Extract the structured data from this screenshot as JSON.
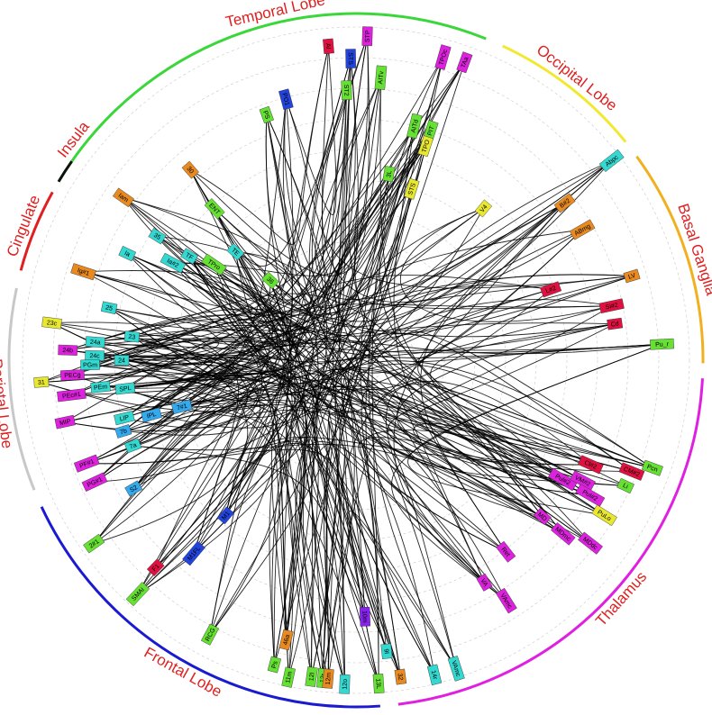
{
  "diagram": {
    "regions": [
      {
        "id": "temporal",
        "label": "Temporal  Lobe",
        "color": "#3ad63a"
      },
      {
        "id": "occipital",
        "label": "Occipital  Lobe",
        "color": "#f2e830"
      },
      {
        "id": "basal",
        "label": "Basal  Ganglia",
        "color": "#f0b020"
      },
      {
        "id": "thalamus",
        "label": "Thalamus",
        "color": "#e020e0"
      },
      {
        "id": "frontal",
        "label": "Frontal  Lobe",
        "color": "#1a1ad0"
      },
      {
        "id": "parietal",
        "label": "Parietal  Lobe",
        "color": "#c8c8c8"
      },
      {
        "id": "cingulate",
        "label": "Cingulate",
        "color": "#e02020"
      },
      {
        "id": "insula",
        "label": "Insula",
        "color": "#101010"
      }
    ],
    "node_colors": {
      "green": "#66e033",
      "yellow": "#e8e830",
      "orange": "#e88a20",
      "cyan": "#33d8d0",
      "magenta": "#dd22dd",
      "red": "#e01040",
      "blue": "#2244dd",
      "violet": "#8822ee",
      "skyblue": "#33aaee"
    },
    "nodes": [
      {
        "label": "AI",
        "color": "red"
      },
      {
        "label": "STP",
        "color": "magenta"
      },
      {
        "label": "STS",
        "color": "blue"
      },
      {
        "label": "TPOc",
        "color": "magenta"
      },
      {
        "label": "TAa",
        "color": "magenta"
      },
      {
        "label": "PO1",
        "color": "blue"
      },
      {
        "label": "ST2",
        "color": "green"
      },
      {
        "label": "AITv",
        "color": "green"
      },
      {
        "label": "PS",
        "color": "green"
      },
      {
        "label": "AITd",
        "color": "green"
      },
      {
        "label": "PIT",
        "color": "green"
      },
      {
        "label": "TPO",
        "color": "yellow"
      },
      {
        "label": "30",
        "color": "orange"
      },
      {
        "label": "ENT",
        "color": "green"
      },
      {
        "label": "3L",
        "color": "green"
      },
      {
        "label": "STS",
        "color": "yellow"
      },
      {
        "label": "V4",
        "color": "yellow"
      },
      {
        "label": "Iam",
        "color": "orange"
      },
      {
        "label": "35",
        "color": "cyan"
      },
      {
        "label": "Ia",
        "color": "cyan"
      },
      {
        "label": "TF",
        "color": "cyan"
      },
      {
        "label": "TPro",
        "color": "green"
      },
      {
        "label": "TE",
        "color": "cyan"
      },
      {
        "label": "Ia#2",
        "color": "cyan"
      },
      {
        "label": "Ig#1",
        "color": "orange"
      },
      {
        "label": "36",
        "color": "green"
      },
      {
        "label": "25",
        "color": "cyan"
      },
      {
        "label": "23c",
        "color": "yellow"
      },
      {
        "label": "23",
        "color": "cyan"
      },
      {
        "label": "24b",
        "color": "magenta"
      },
      {
        "label": "24a",
        "color": "cyan"
      },
      {
        "label": "24c",
        "color": "cyan"
      },
      {
        "label": "24",
        "color": "cyan"
      },
      {
        "label": "31",
        "color": "yellow"
      },
      {
        "label": "PECg",
        "color": "magenta"
      },
      {
        "label": "PGm",
        "color": "cyan"
      },
      {
        "label": "PEc#1",
        "color": "magenta"
      },
      {
        "label": "PEm",
        "color": "cyan"
      },
      {
        "label": "SPL",
        "color": "cyan"
      },
      {
        "label": "MIP",
        "color": "magenta"
      },
      {
        "label": "LIP",
        "color": "cyan"
      },
      {
        "label": "7b",
        "color": "skyblue"
      },
      {
        "label": "IPL",
        "color": "skyblue"
      },
      {
        "label": "7#1",
        "color": "skyblue"
      },
      {
        "label": "PF#1",
        "color": "magenta"
      },
      {
        "label": "7a",
        "color": "cyan"
      },
      {
        "label": "PG#1",
        "color": "magenta"
      },
      {
        "label": "S2",
        "color": "skyblue"
      },
      {
        "label": "2#1",
        "color": "green"
      },
      {
        "label": "Abpc",
        "color": "cyan"
      },
      {
        "label": "B#2",
        "color": "orange"
      },
      {
        "label": "ABmg",
        "color": "orange"
      },
      {
        "label": "L#2",
        "color": "red"
      },
      {
        "label": "LV",
        "color": "orange"
      },
      {
        "label": "Si#2",
        "color": "red"
      },
      {
        "label": "Cd",
        "color": "red"
      },
      {
        "label": "Pu_r",
        "color": "green"
      },
      {
        "label": "Cl#2",
        "color": "red"
      },
      {
        "label": "CM#2",
        "color": "red"
      },
      {
        "label": "Pcn",
        "color": "green"
      },
      {
        "label": "Pul#2",
        "color": "magenta"
      },
      {
        "label": "VM#2",
        "color": "magenta"
      },
      {
        "label": "PuI#2",
        "color": "magenta"
      },
      {
        "label": "Li",
        "color": "green"
      },
      {
        "label": "MD",
        "color": "magenta"
      },
      {
        "label": "MDmc",
        "color": "magenta"
      },
      {
        "label": "MDdc",
        "color": "magenta"
      },
      {
        "label": "PuLo",
        "color": "yellow"
      },
      {
        "label": "Ret",
        "color": "magenta"
      },
      {
        "label": "VAmc",
        "color": "magenta"
      },
      {
        "label": "VA",
        "color": "magenta"
      },
      {
        "label": "M1",
        "color": "blue"
      },
      {
        "label": "M1FL",
        "color": "blue"
      },
      {
        "label": "F1",
        "color": "red"
      },
      {
        "label": "SMAi",
        "color": "green"
      },
      {
        "label": "RCG",
        "color": "green"
      },
      {
        "label": "Ps",
        "color": "green"
      },
      {
        "label": "46a",
        "color": "orange"
      },
      {
        "label": "11m",
        "color": "green"
      },
      {
        "label": "12l",
        "color": "green"
      },
      {
        "label": "12r",
        "color": "green"
      },
      {
        "label": "12m",
        "color": "orange"
      },
      {
        "label": "12o",
        "color": "cyan"
      },
      {
        "label": "32",
        "color": "orange"
      },
      {
        "label": "9l",
        "color": "cyan"
      },
      {
        "label": "13L",
        "color": "green"
      },
      {
        "label": "14r",
        "color": "cyan"
      },
      {
        "label": "VAmc",
        "color": "cyan"
      },
      {
        "label": "10m",
        "color": "violet"
      }
    ]
  }
}
